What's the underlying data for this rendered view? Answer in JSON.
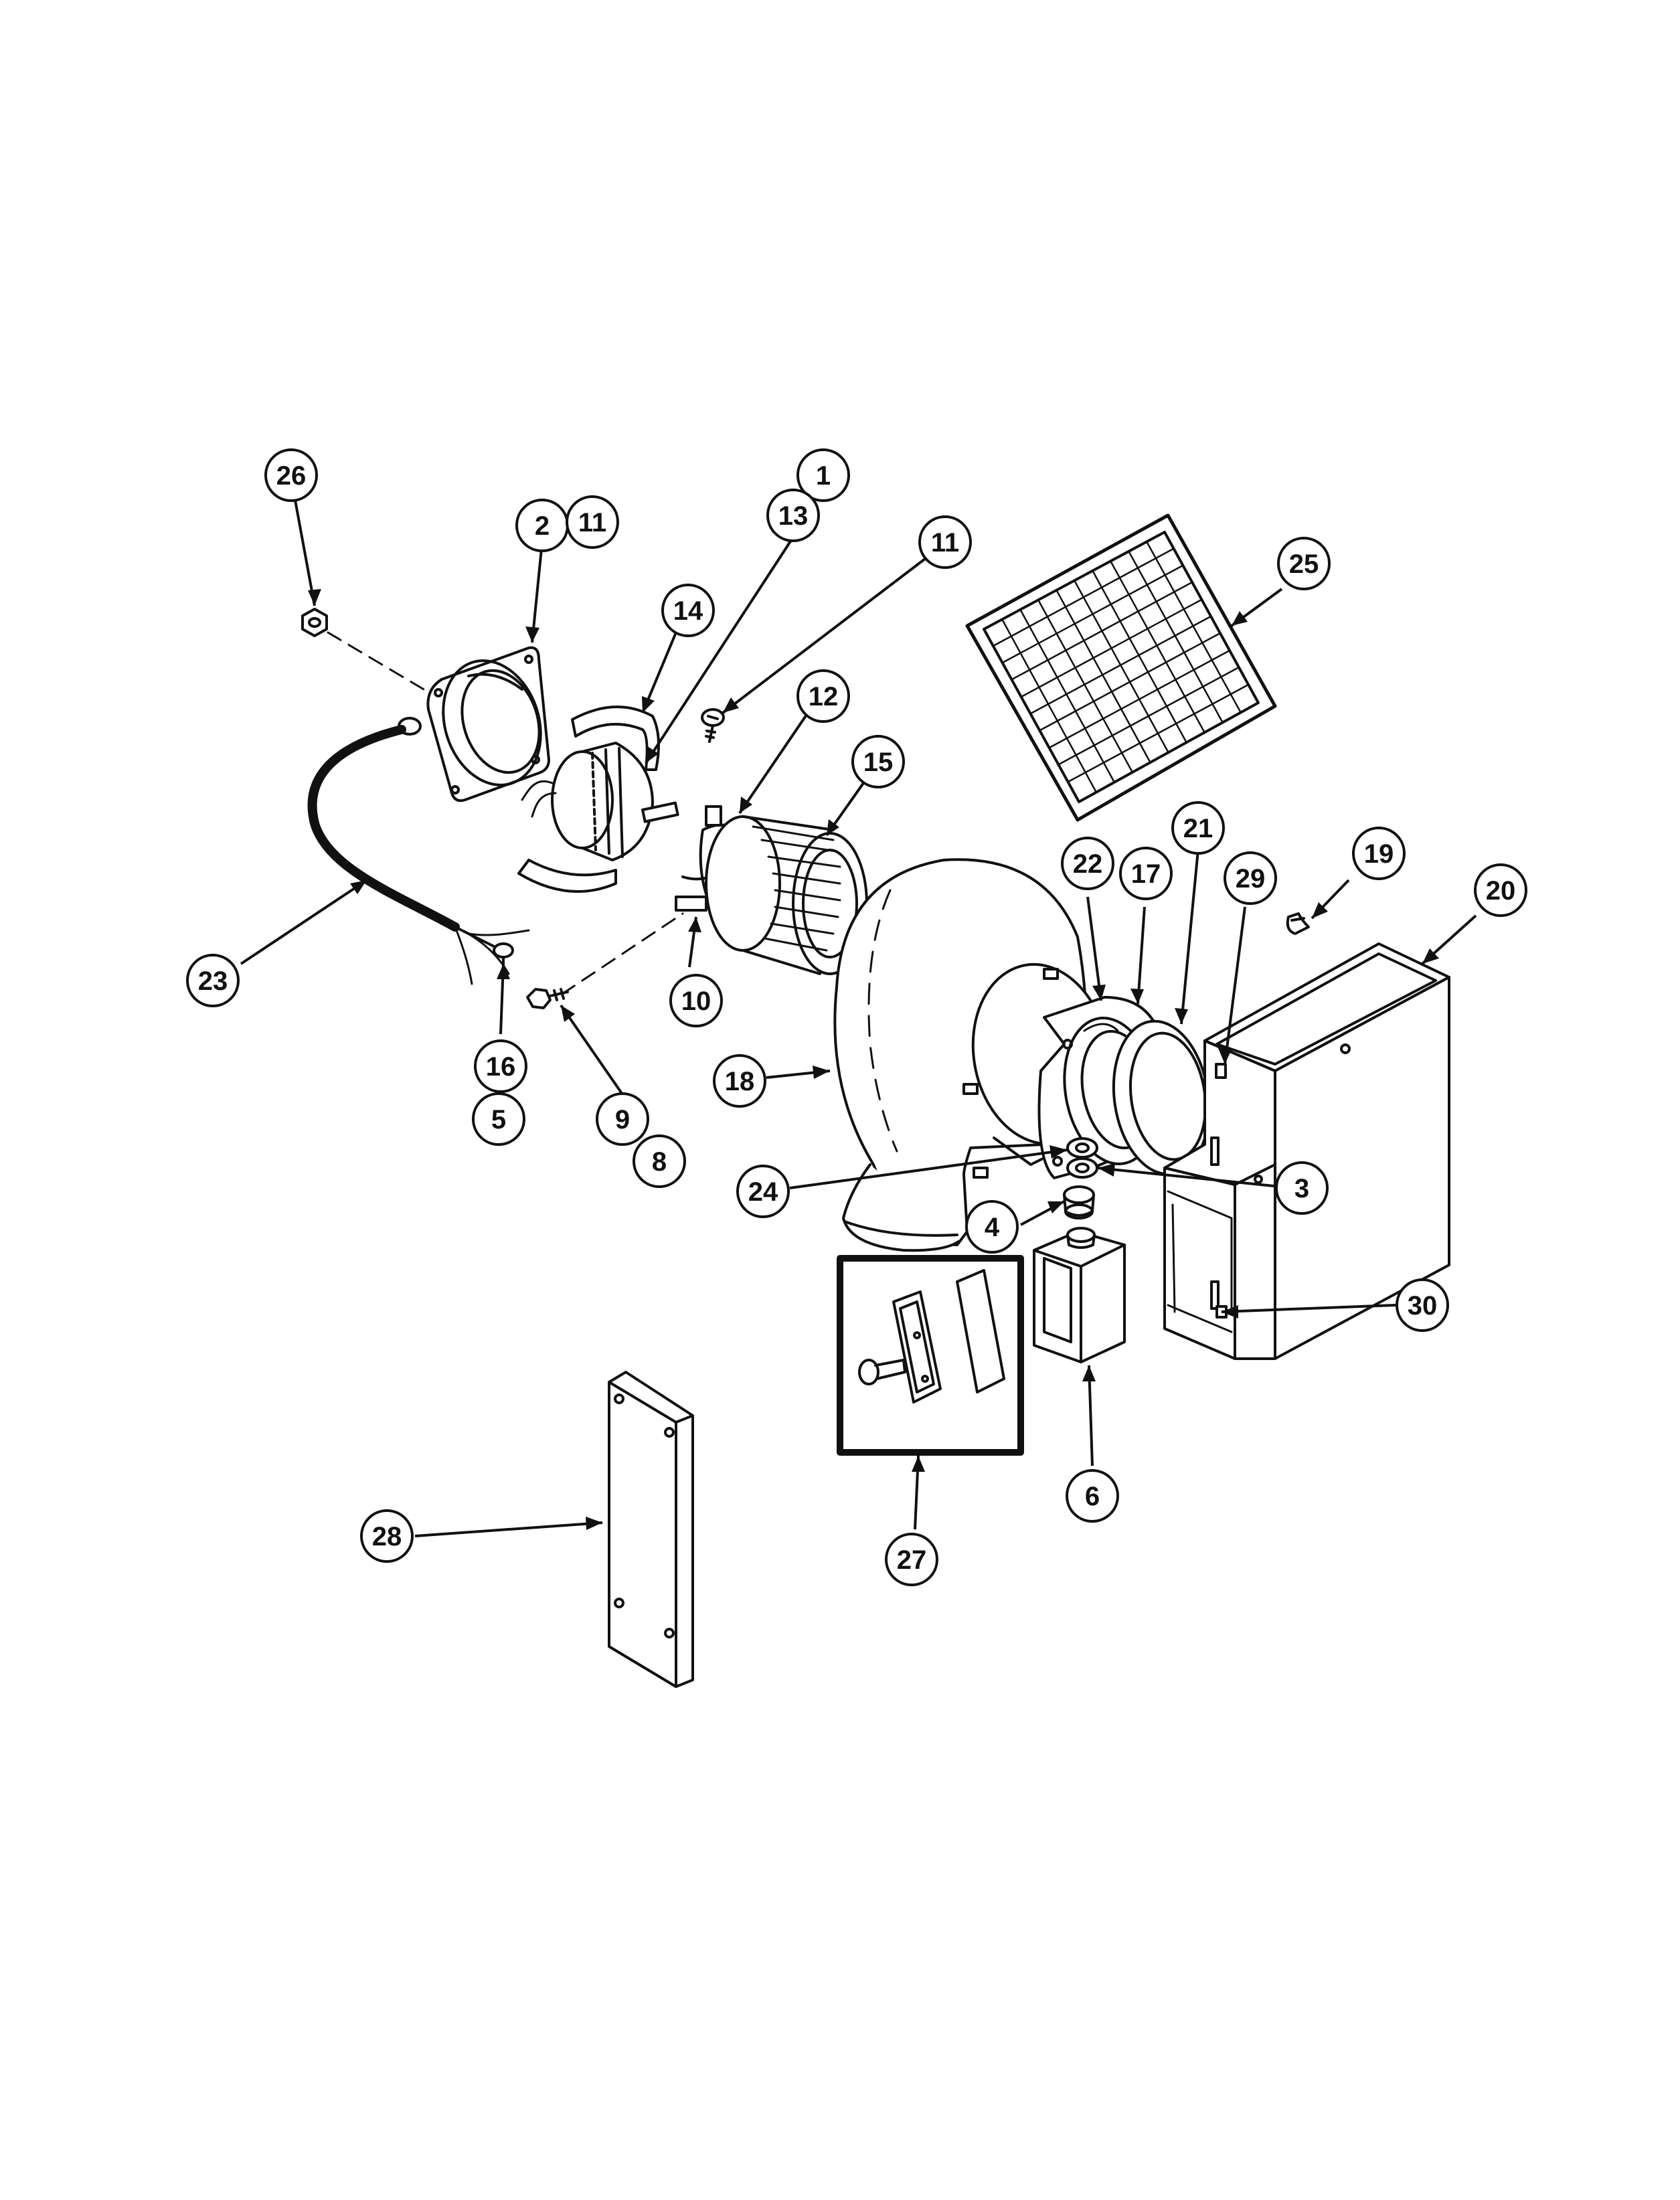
{
  "callouts": [
    {
      "id": "c1",
      "label": "1"
    },
    {
      "id": "c2",
      "label": "2"
    },
    {
      "id": "c11a",
      "label": "11"
    },
    {
      "id": "c13",
      "label": "13"
    },
    {
      "id": "c11b",
      "label": "11"
    },
    {
      "id": "c26",
      "label": "26"
    },
    {
      "id": "c14",
      "label": "14"
    },
    {
      "id": "c12",
      "label": "12"
    },
    {
      "id": "c15",
      "label": "15"
    },
    {
      "id": "c25",
      "label": "25"
    },
    {
      "id": "c22",
      "label": "22"
    },
    {
      "id": "c17",
      "label": "17"
    },
    {
      "id": "c21",
      "label": "21"
    },
    {
      "id": "c29",
      "label": "29"
    },
    {
      "id": "c19",
      "label": "19"
    },
    {
      "id": "c20",
      "label": "20"
    },
    {
      "id": "c23",
      "label": "23"
    },
    {
      "id": "c10",
      "label": "10"
    },
    {
      "id": "c16",
      "label": "16"
    },
    {
      "id": "c5",
      "label": "5"
    },
    {
      "id": "c9",
      "label": "9"
    },
    {
      "id": "c8",
      "label": "8"
    },
    {
      "id": "c18",
      "label": "18"
    },
    {
      "id": "c24",
      "label": "24"
    },
    {
      "id": "c3",
      "label": "3"
    },
    {
      "id": "c4",
      "label": "4"
    },
    {
      "id": "c30",
      "label": "30"
    },
    {
      "id": "c6",
      "label": "6"
    },
    {
      "id": "c27",
      "label": "27"
    },
    {
      "id": "c28",
      "label": "28"
    }
  ]
}
